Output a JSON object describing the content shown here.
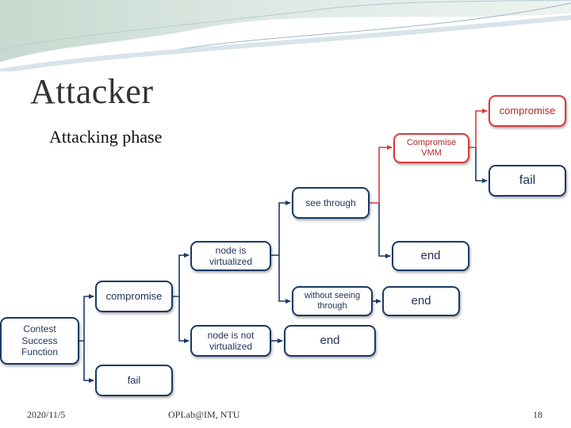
{
  "slide": {
    "title": "Attacker",
    "subtitle": "Attacking phase"
  },
  "tree": {
    "root": "Contest\nSuccess\nFunction",
    "compromise": "compromise",
    "fail": "fail",
    "node_virtualized": "node is\nvirtualized",
    "node_not_virtualized": "node is not\nvirtualized",
    "see_through": "see through",
    "without_seeing": "without seeing\nthrough",
    "end_not_virtualized": "end",
    "compromise_vmm": "Compromise\nVMM",
    "end_see_through": "end",
    "end_without_seeing": "end",
    "compromise_top": "compromise",
    "fail_top": "fail"
  },
  "colors": {
    "node_border": "#1a3a66",
    "edge": "#1a3a66",
    "highlight": "#d93a3a"
  },
  "footer": {
    "date": "2020/11/5",
    "org": "OPLab@IM, NTU",
    "page": "18"
  }
}
